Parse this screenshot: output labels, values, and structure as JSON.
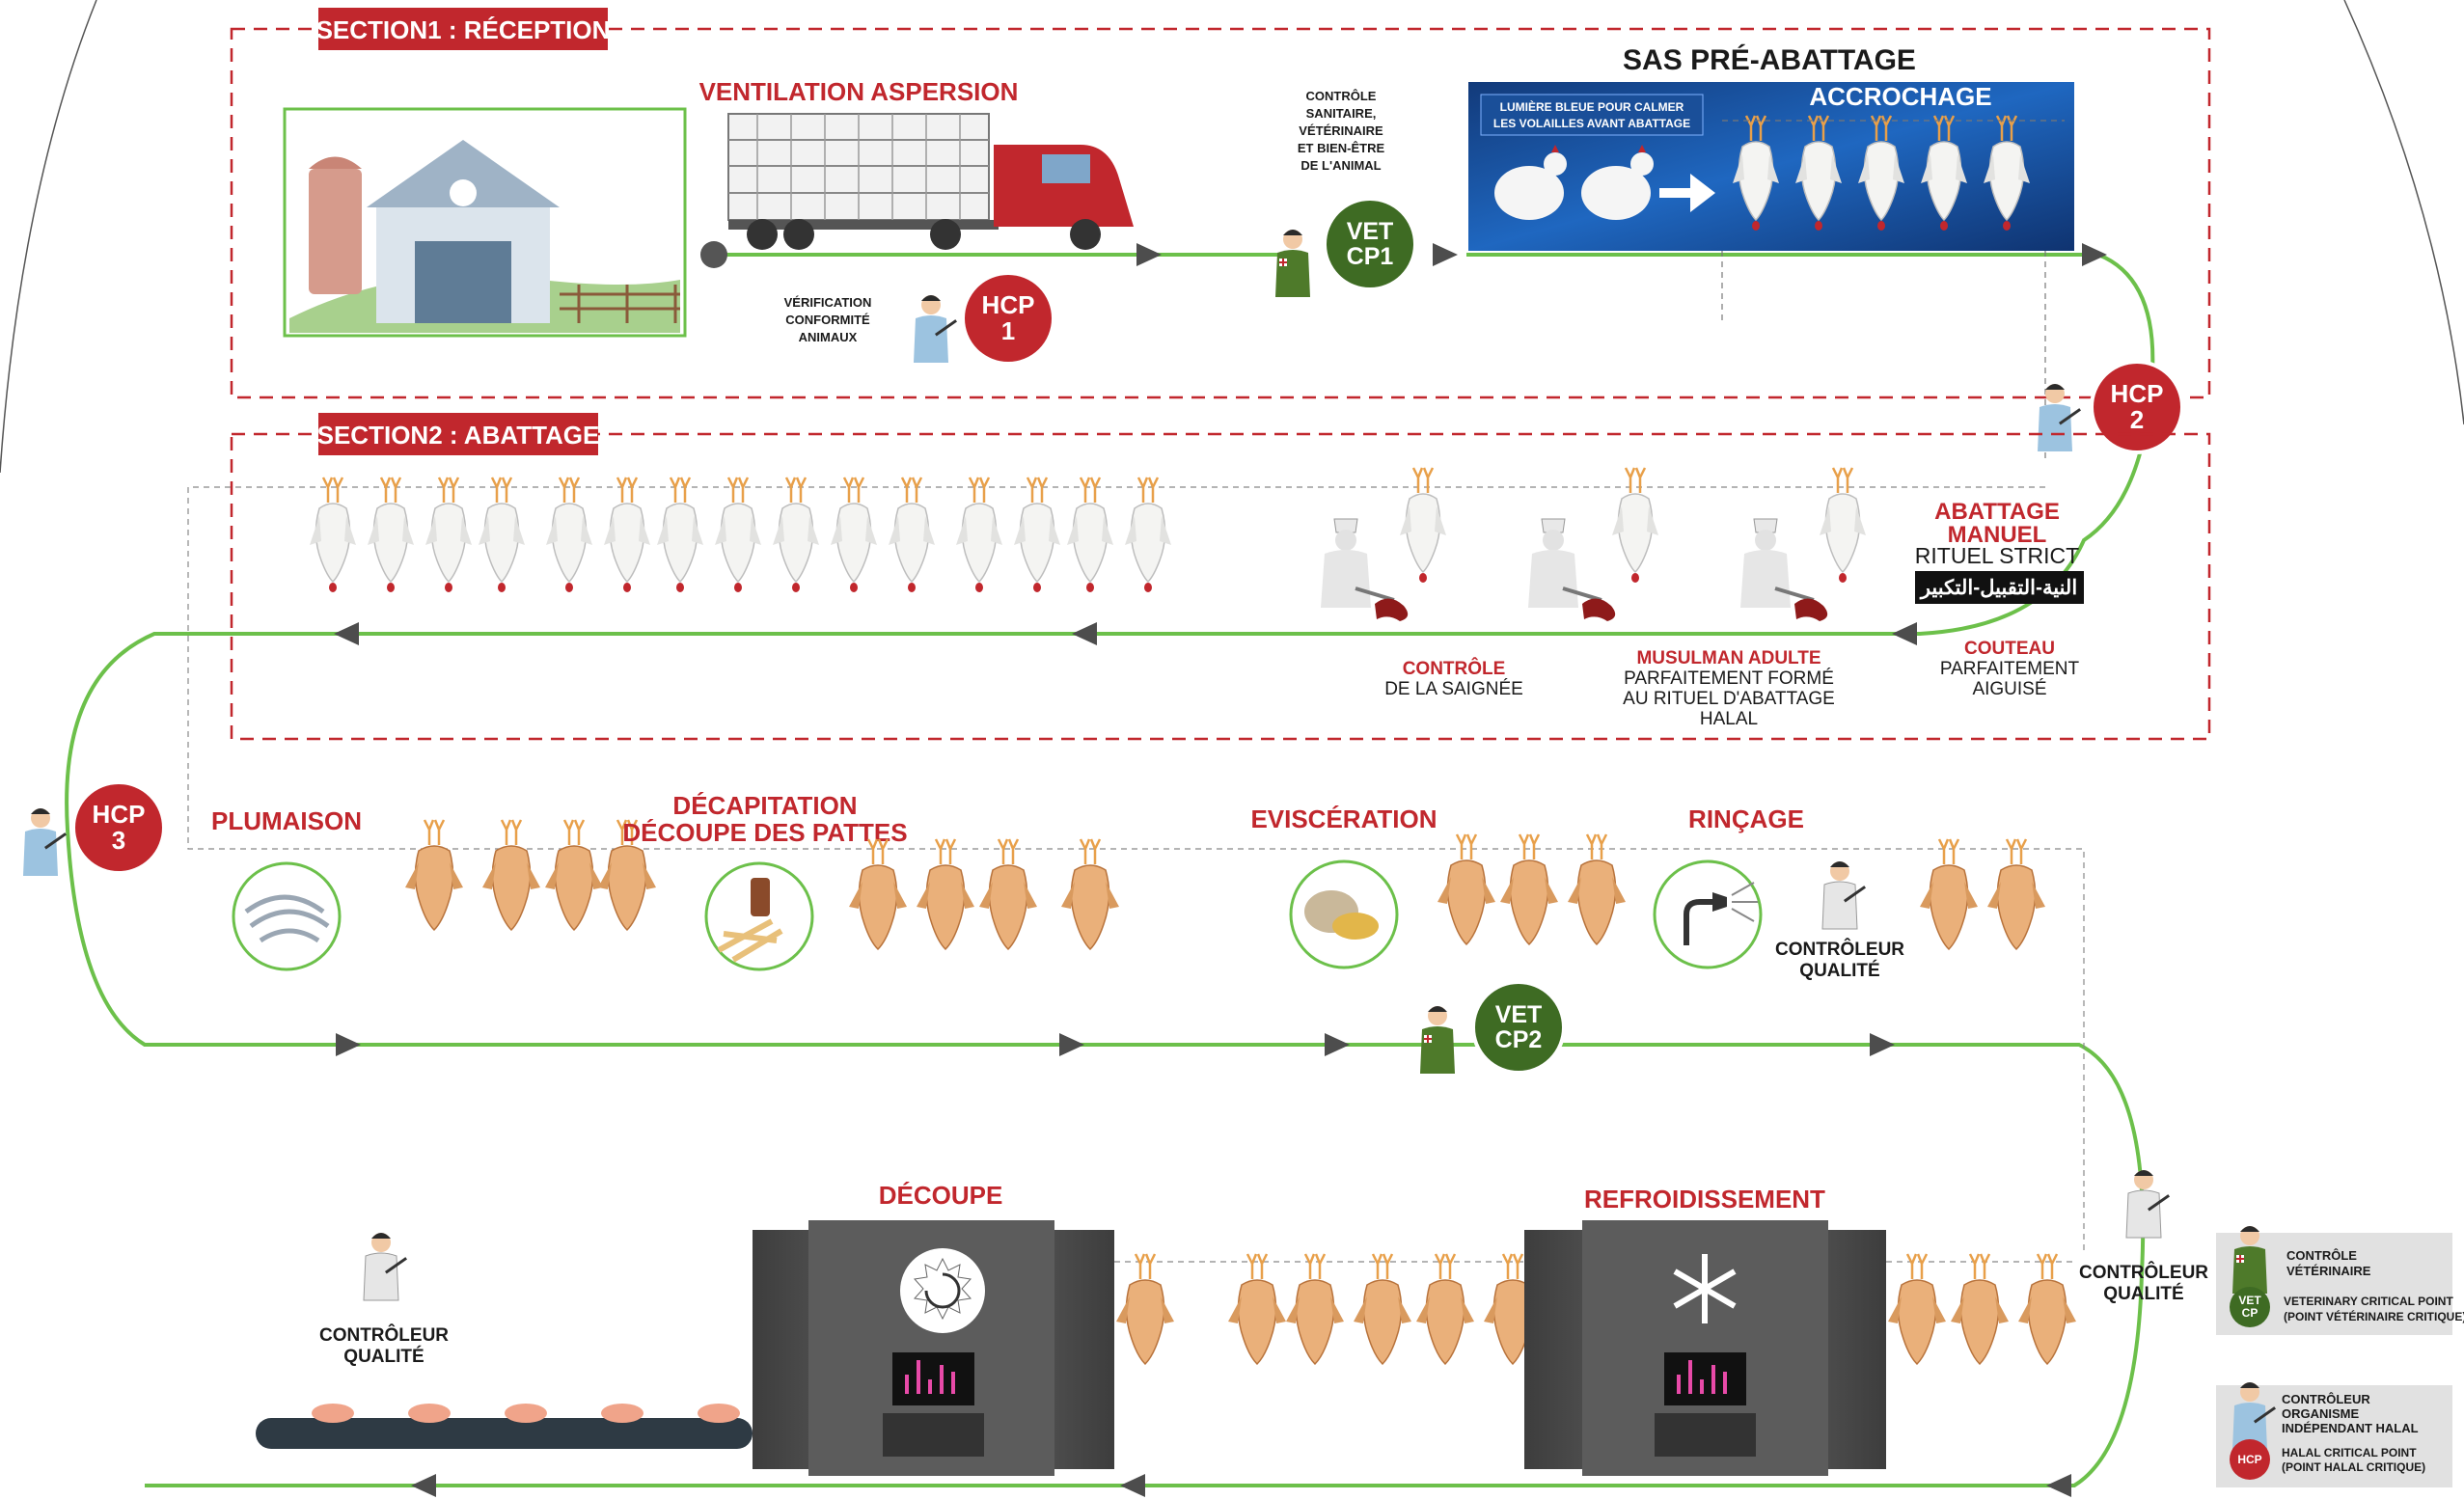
{
  "colors": {
    "hcp_red": "#c1272d",
    "vet_green": "#3e6b23",
    "flow_green": "#6cc04a",
    "banner_blue": "#1a56a8",
    "machine_grey": "#5c5c5c"
  },
  "sections": {
    "section1": "SECTION1 : RÉCEPTION",
    "section2": "SECTION2 : ABATTAGE"
  },
  "reception": {
    "ventilation": "VENTILATION ASPERSION",
    "verification": [
      "VÉRIFICATION",
      "CONFORMITÉ",
      "ANIMAUX"
    ],
    "vet_control": [
      "CONTRÔLE",
      "SANITAIRE,",
      "VÉTÉRINAIRE",
      "ET BIEN-ÊTRE",
      "DE L'ANIMAL"
    ],
    "sas_title": "SAS PRÉ-ABATTAGE",
    "blue_light": [
      "LUMIÈRE BLEUE POUR CALMER",
      "LES VOLAILLES AVANT ABATTAGE"
    ],
    "accrochage": "ACCROCHAGE"
  },
  "badges": {
    "hcp1": [
      "HCP",
      "1"
    ],
    "hcp2": [
      "HCP",
      "2"
    ],
    "hcp3": [
      "HCP",
      "3"
    ],
    "vetcp1": [
      "VET",
      "CP1"
    ],
    "vetcp2": [
      "VET",
      "CP2"
    ]
  },
  "abattage": {
    "title": [
      "ABATTAGE",
      "MANUEL"
    ],
    "ritual": "RITUEL STRICT",
    "arabic": "النية-التقبيل-التكبير",
    "couteau": [
      "COUTEAU",
      "PARFAITEMENT",
      "AIGUISÉ"
    ],
    "musulman": [
      "MUSULMAN ADULTE",
      "PARFAITEMENT FORMÉ",
      "AU RITUEL D'ABATTAGE",
      "HALAL"
    ],
    "saignee": [
      "CONTRÔLE",
      "DE LA SAIGNÉE"
    ]
  },
  "process": {
    "plumaison": "PLUMAISON",
    "decapitation": [
      "DÉCAPITATION",
      "DÉCOUPE DES PATTES"
    ],
    "evisceration": "EVISCÉRATION",
    "rincage": "RINÇAGE",
    "decoupe": "DÉCOUPE",
    "refroidissement": "REFROIDISSEMENT",
    "controleur": [
      "CONTRÔLEUR",
      "QUALITÉ"
    ]
  },
  "legend": {
    "vet_label": [
      "CONTRÔLE",
      "VÉTÉRINAIRE"
    ],
    "vet_badge": [
      "VET",
      "CP"
    ],
    "vet_desc": [
      "VETERINARY CRITICAL POINT",
      "(POINT VÉTÉRINAIRE CRITIQUE)"
    ],
    "halal_label": [
      "CONTRÔLEUR",
      "ORGANISME",
      "INDÉPENDANT HALAL"
    ],
    "hcp_badge": "HCP",
    "hcp_desc": [
      "HALAL CRITICAL POINT",
      "(POINT HALAL CRITIQUE)"
    ]
  }
}
